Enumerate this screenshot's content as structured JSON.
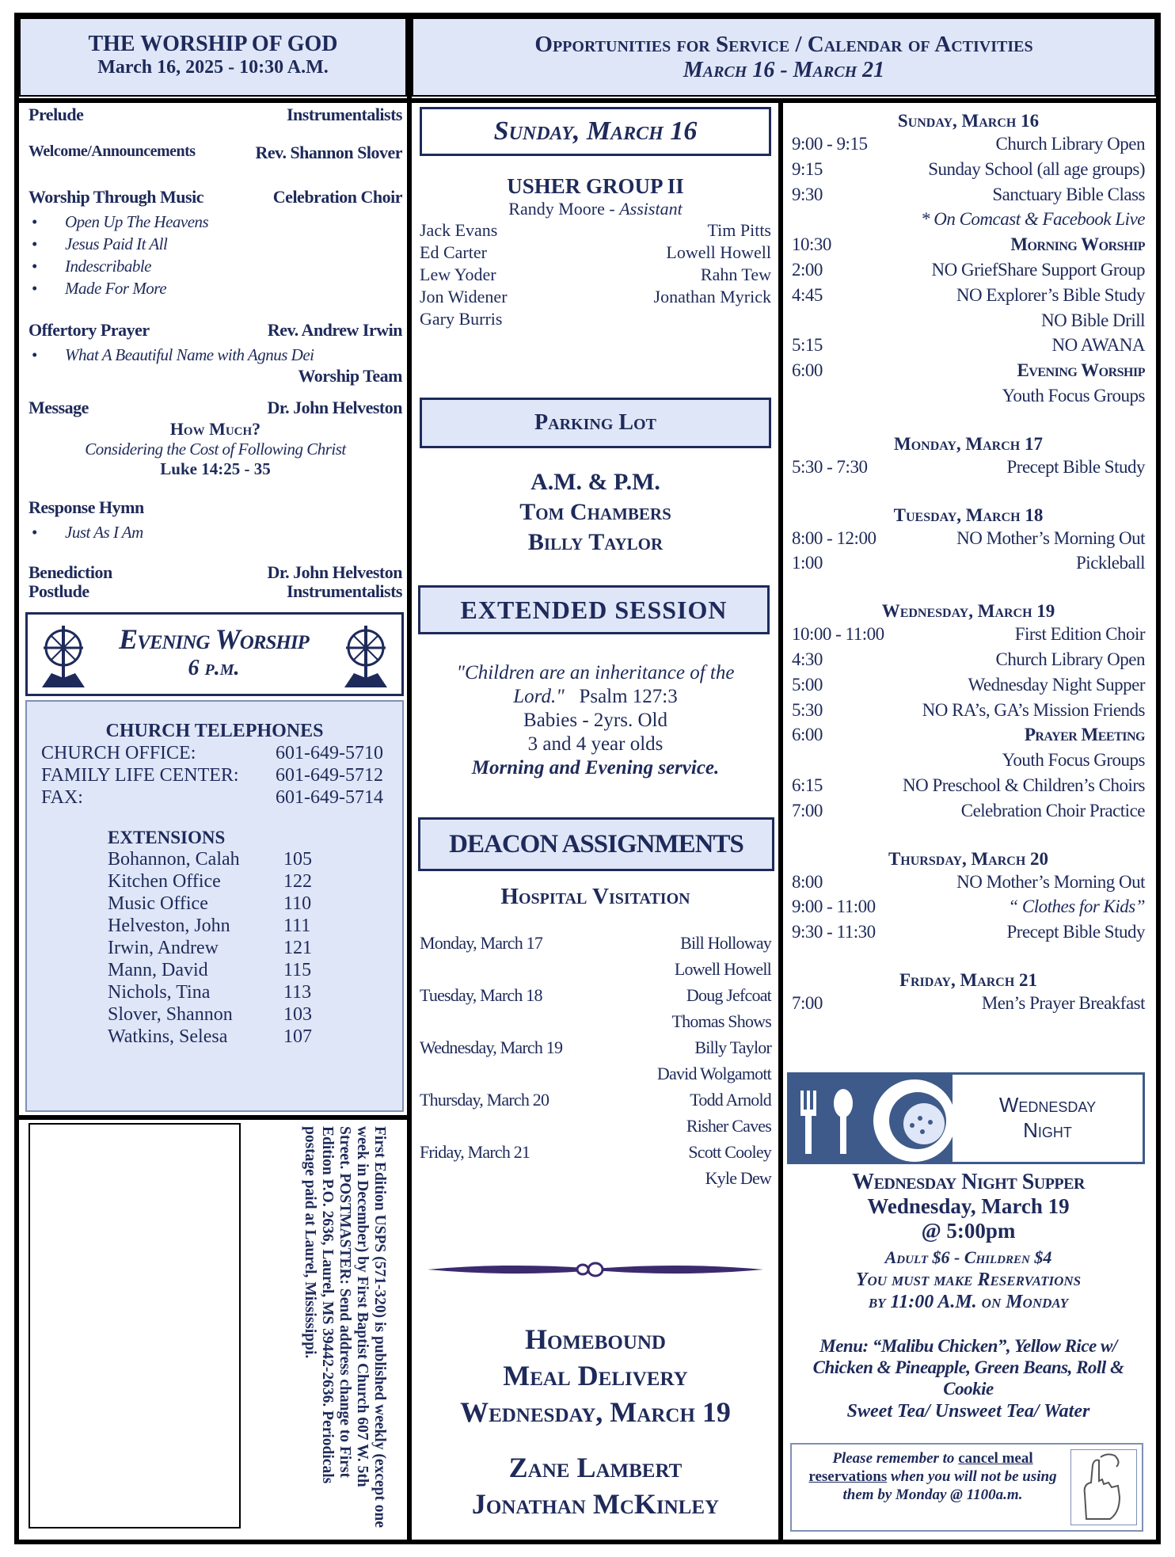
{
  "header_left": {
    "title": "THE WORSHIP OF GOD",
    "subtitle": "March 16, 2025 - 10:30 A.M."
  },
  "header_right": {
    "title": "Opportunities for Service / Calendar of Activities",
    "subtitle": "March 16 - March 21"
  },
  "order": {
    "prelude": [
      "Prelude",
      "Instrumentalists"
    ],
    "welcome": [
      "Welcome/Announcements",
      "Rev. Shannon Slover"
    ],
    "music": [
      "Worship Through Music",
      "Celebration Choir"
    ],
    "songs": [
      "Open Up The Heavens",
      "Jesus Paid It All",
      "Indescribable",
      "Made For More"
    ],
    "offertory": [
      "Offertory Prayer",
      "Rev. Andrew Irwin"
    ],
    "offertory_song": "What A Beautiful Name with Agnus Dei",
    "offertory_by": "Worship Team",
    "message": [
      "Message",
      "Dr. John Helveston"
    ],
    "sermon_title": "How Much?",
    "sermon_sub": "Considering the Cost of Following Christ",
    "sermon_ref": "Luke 14:25 - 35",
    "response": "Response Hymn",
    "response_song": "Just As I Am",
    "benediction": [
      "Benediction",
      "Dr. John Helveston"
    ],
    "postlude": [
      "Postlude",
      "Instrumentalists"
    ]
  },
  "evening": {
    "title": "Evening Worship",
    "time": "6 p.m."
  },
  "telephones": {
    "title": "CHURCH  TELEPHONES",
    "lines": [
      [
        "CHURCH OFFICE:",
        "601-649-5710"
      ],
      [
        "FAMILY LIFE CENTER:",
        "601-649-5712"
      ],
      [
        "FAX:",
        "601-649-5714"
      ]
    ],
    "ext_title": "EXTENSIONS",
    "extensions": [
      [
        "Bohannon, Calah",
        "105"
      ],
      [
        "Kitchen Office",
        "122"
      ],
      [
        "Music Office",
        "110"
      ],
      [
        "Helveston, John",
        "111"
      ],
      [
        "Irwin, Andrew",
        "121"
      ],
      [
        "Mann, David",
        "115"
      ],
      [
        "Nichols, Tina",
        "113"
      ],
      [
        "Slover, Shannon",
        "103"
      ],
      [
        "Watkins, Selesa",
        "107"
      ]
    ]
  },
  "postal": "First Edition USPS (571-320) is published weekly (except one week in December) by First Baptist Church 607 W. 5th Street.  POSTMASTER: Send address change to First Edition  P.O. 2636, Laurel, MS  39442-2636.  Periodicals postage paid at  Laurel, Mississippi.",
  "middle": {
    "sunday": "Sunday, March 16",
    "usher_group": "USHER GROUP II",
    "usher_assistant_name": "Randy Moore - ",
    "usher_assistant_role": "Assistant",
    "ushers": [
      [
        "Jack Evans",
        "Tim Pitts"
      ],
      [
        "Ed Carter",
        "Lowell Howell"
      ],
      [
        "Lew Yoder",
        "Rahn Tew"
      ],
      [
        "Jon Widener",
        "Jonathan Myrick"
      ],
      [
        "Gary Burris",
        ""
      ]
    ],
    "parking": "Parking Lot",
    "parking_time": "A.M. & P.M.",
    "parking_names": [
      "Tom Chambers",
      "Billy Taylor"
    ],
    "extended": "EXTENDED SESSION",
    "quote": "\"Children are an inheritance of the Lord.\"",
    "quote_ref": "Psalm 127:3",
    "ext_lines": [
      "Babies - 2yrs. Old",
      "3 and 4 year olds"
    ],
    "ext_service": "Morning and Evening service.",
    "deacon": "DEACON ASSIGNMENTS",
    "hospital": "Hospital Visitation",
    "visits": [
      [
        "Monday, March 17",
        "Bill Holloway"
      ],
      [
        "",
        "Lowell Howell"
      ],
      [
        "Tuesday, March 18",
        "Doug Jefcoat"
      ],
      [
        "",
        "Thomas Shows"
      ],
      [
        "Wednesday, March 19",
        "Billy Taylor"
      ],
      [
        "",
        "David Wolgamott"
      ],
      [
        "Thursday, March 20",
        "Todd Arnold"
      ],
      [
        "",
        "Risher Caves"
      ],
      [
        "Friday, March 21",
        "Scott Cooley"
      ],
      [
        "",
        "Kyle Dew"
      ]
    ],
    "homebound": [
      "Homebound",
      "Meal Delivery",
      "Wednesday, March 19"
    ],
    "homebound_names": [
      "Zane Lambert",
      "Jonathan McKinley"
    ]
  },
  "calendar": [
    {
      "day": "Sunday, March 16",
      "events": [
        [
          "9:00 - 9:15",
          "Church Library Open"
        ],
        [
          "9:15",
          "Sunday School (all age groups)"
        ],
        [
          "9:30",
          "Sanctuary Bible Class"
        ],
        [
          "",
          "* On Comcast & Facebook Live"
        ],
        [
          "10:30",
          "Morning Worship"
        ],
        [
          "2:00",
          "NO GriefShare Support Group"
        ],
        [
          "4:45",
          "NO Explorer’s Bible Study"
        ],
        [
          "",
          "NO Bible Drill"
        ],
        [
          "5:15",
          "NO AWANA"
        ],
        [
          "6:00",
          "Evening Worship"
        ],
        [
          "",
          "Youth Focus Groups"
        ]
      ]
    },
    {
      "day": "Monday, March 17",
      "events": [
        [
          "5:30 - 7:30",
          "Precept Bible Study"
        ]
      ]
    },
    {
      "day": "Tuesday, March 18",
      "events": [
        [
          "8:00 - 12:00",
          "NO Mother’s Morning Out"
        ],
        [
          "1:00",
          "Pickleball"
        ]
      ]
    },
    {
      "day": "Wednesday, March 19",
      "events": [
        [
          "10:00 - 11:00",
          "First Edition Choir"
        ],
        [
          "4:30",
          "Church Library Open"
        ],
        [
          "5:00",
          "Wednesday Night Supper"
        ],
        [
          "5:30",
          "NO  RA’s, GA’s Mission Friends"
        ],
        [
          "6:00",
          "Prayer Meeting"
        ],
        [
          "",
          "Youth Focus Groups"
        ],
        [
          "6:15",
          "NO  Preschool & Children’s Choirs"
        ],
        [
          "7:00",
          "Celebration Choir Practice"
        ]
      ]
    },
    {
      "day": "Thursday, March 20",
      "events": [
        [
          "8:00",
          "NO Mother’s Morning Out"
        ],
        [
          "9:00 - 11:00",
          "“ Clothes for Kids”"
        ],
        [
          "9:30 - 11:30",
          "Precept Bible Study"
        ]
      ]
    },
    {
      "day": "Friday, March 21",
      "events": [
        [
          "7:00",
          "Men’s Prayer Breakfast"
        ]
      ]
    }
  ],
  "wednesday": {
    "banner": [
      "Wednesday",
      "Night"
    ],
    "title": "Wednesday Night Supper",
    "date": "Wednesday, March 19",
    "time": "@ 5:00pm",
    "prices": "Adult  $6 - Children $4",
    "reserve": [
      "You must make Reservations",
      "by 11:00 A.M. on Monday"
    ],
    "menu": "Menu: “Malibu Chicken”, Yellow Rice w/ Chicken & Pineapple, Green Beans, Roll & Cookie",
    "drinks": "Sweet Tea/ Unsweet Tea/ Water",
    "reminder_pre": "Please remember to ",
    "reminder_link": "cancel meal reservations",
    "reminder_post": " when you will not be using them by Monday @ 1100a.m."
  },
  "colors": {
    "navy": "#1e2a5a",
    "light_blue": "#dfe6f7",
    "slate": "#3e5a8a"
  }
}
